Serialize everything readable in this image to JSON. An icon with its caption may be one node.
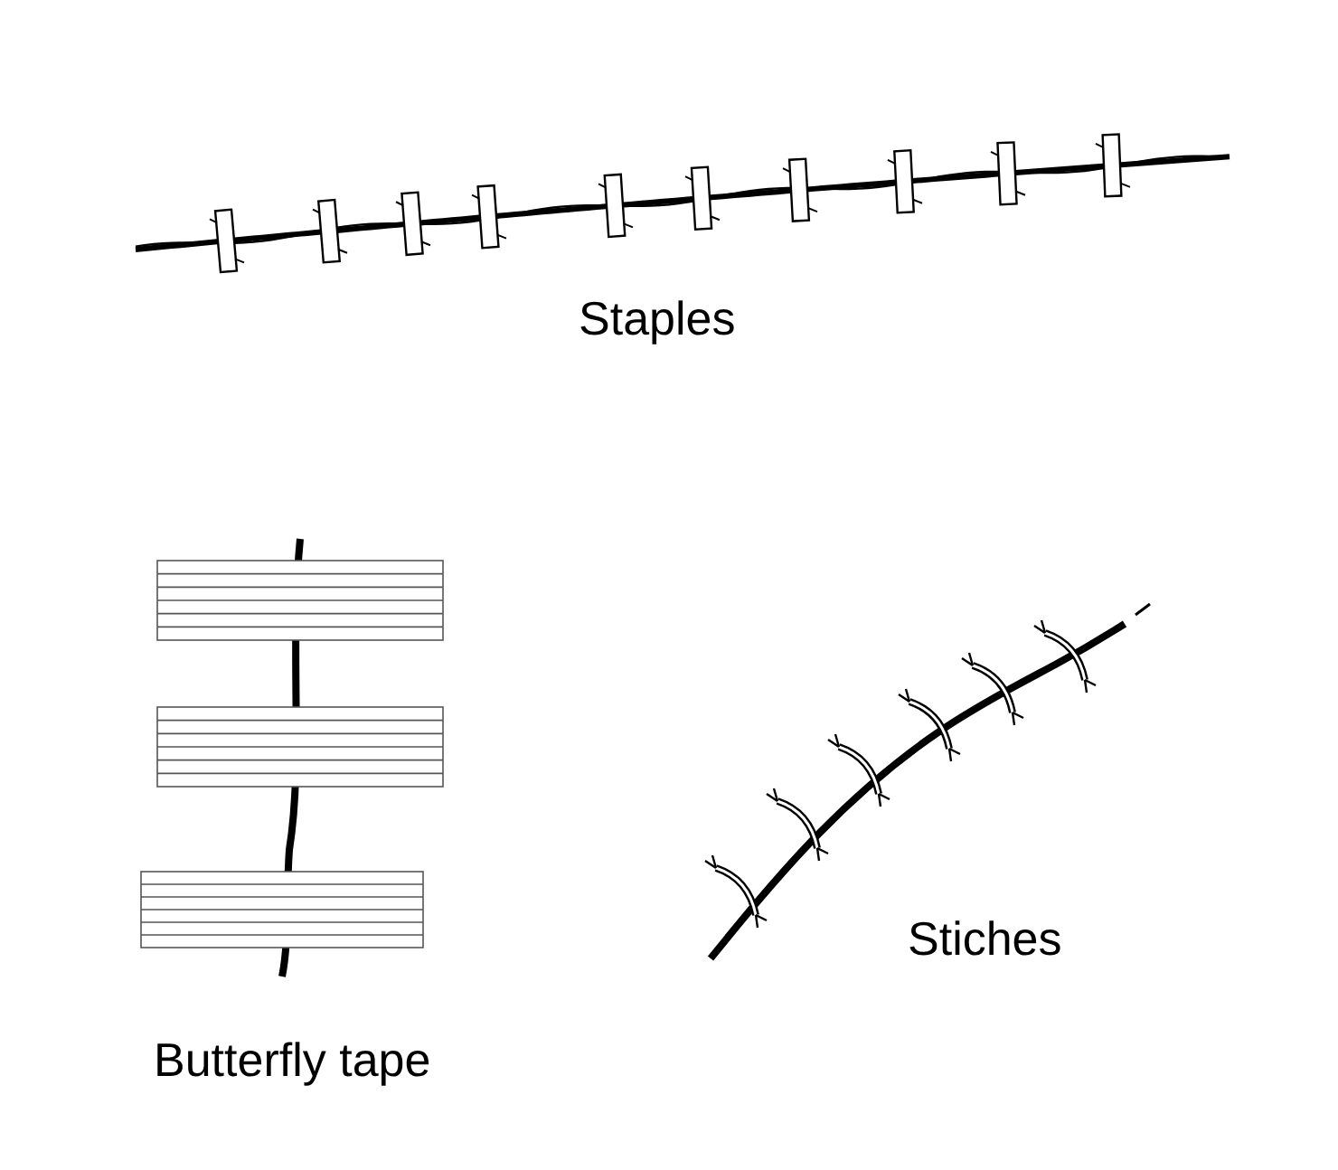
{
  "diagram": {
    "labels": [
      "Staples",
      "Stiches",
      "Butterfly tape"
    ]
  }
}
